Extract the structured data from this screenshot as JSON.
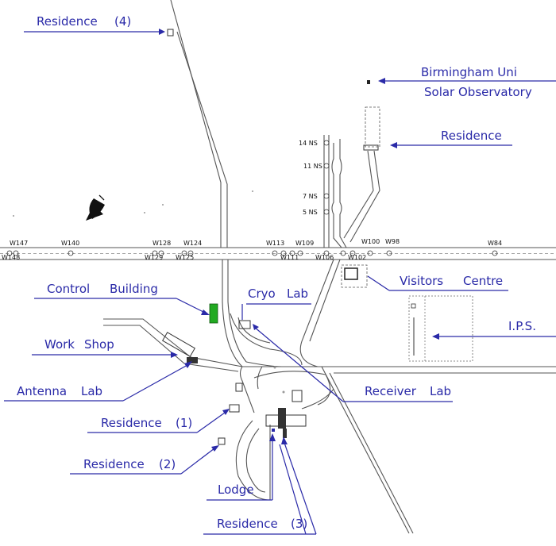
{
  "labels": {
    "residence4": {
      "name": "Residence",
      "num": "(4)"
    },
    "birmingham_line1": "Birmingham Uni",
    "birmingham_line2": "Solar Observatory",
    "residence_ns": "Residence",
    "control_building": {
      "w1": "Control",
      "w2": "Building"
    },
    "cryo_lab": {
      "w1": "Cryo",
      "w2": "Lab"
    },
    "visitors_centre": {
      "w1": "Visitors",
      "w2": "Centre"
    },
    "ips": "I.P.S.",
    "work_shop": {
      "w1": "Work",
      "w2": "Shop"
    },
    "antenna_lab": {
      "w1": "Antenna",
      "w2": "Lab"
    },
    "receiver_lab": {
      "w1": "Receiver",
      "w2": "Lab"
    },
    "residence1": {
      "name": "Residence",
      "num": "(1)"
    },
    "residence2": {
      "name": "Residence",
      "num": "(2)"
    },
    "lodge": "Lodge",
    "residence3": {
      "name": "Residence",
      "num": "(3)"
    }
  },
  "stations_top": [
    "W147",
    "W140",
    "W128",
    "W124",
    "W113",
    "W109",
    "W100",
    "W98",
    "W84"
  ],
  "stations_bottom": [
    "W148",
    "W129",
    "W125",
    "W111",
    "W106",
    "W102"
  ],
  "ns_stations": [
    "14 NS",
    "11 NS",
    "7 NS",
    "5 NS"
  ],
  "colors": {
    "label": "#2a2aa8",
    "road": "#555555",
    "control_building": "#22aa22"
  },
  "icons": {
    "antenna": "radio-dish-icon"
  }
}
